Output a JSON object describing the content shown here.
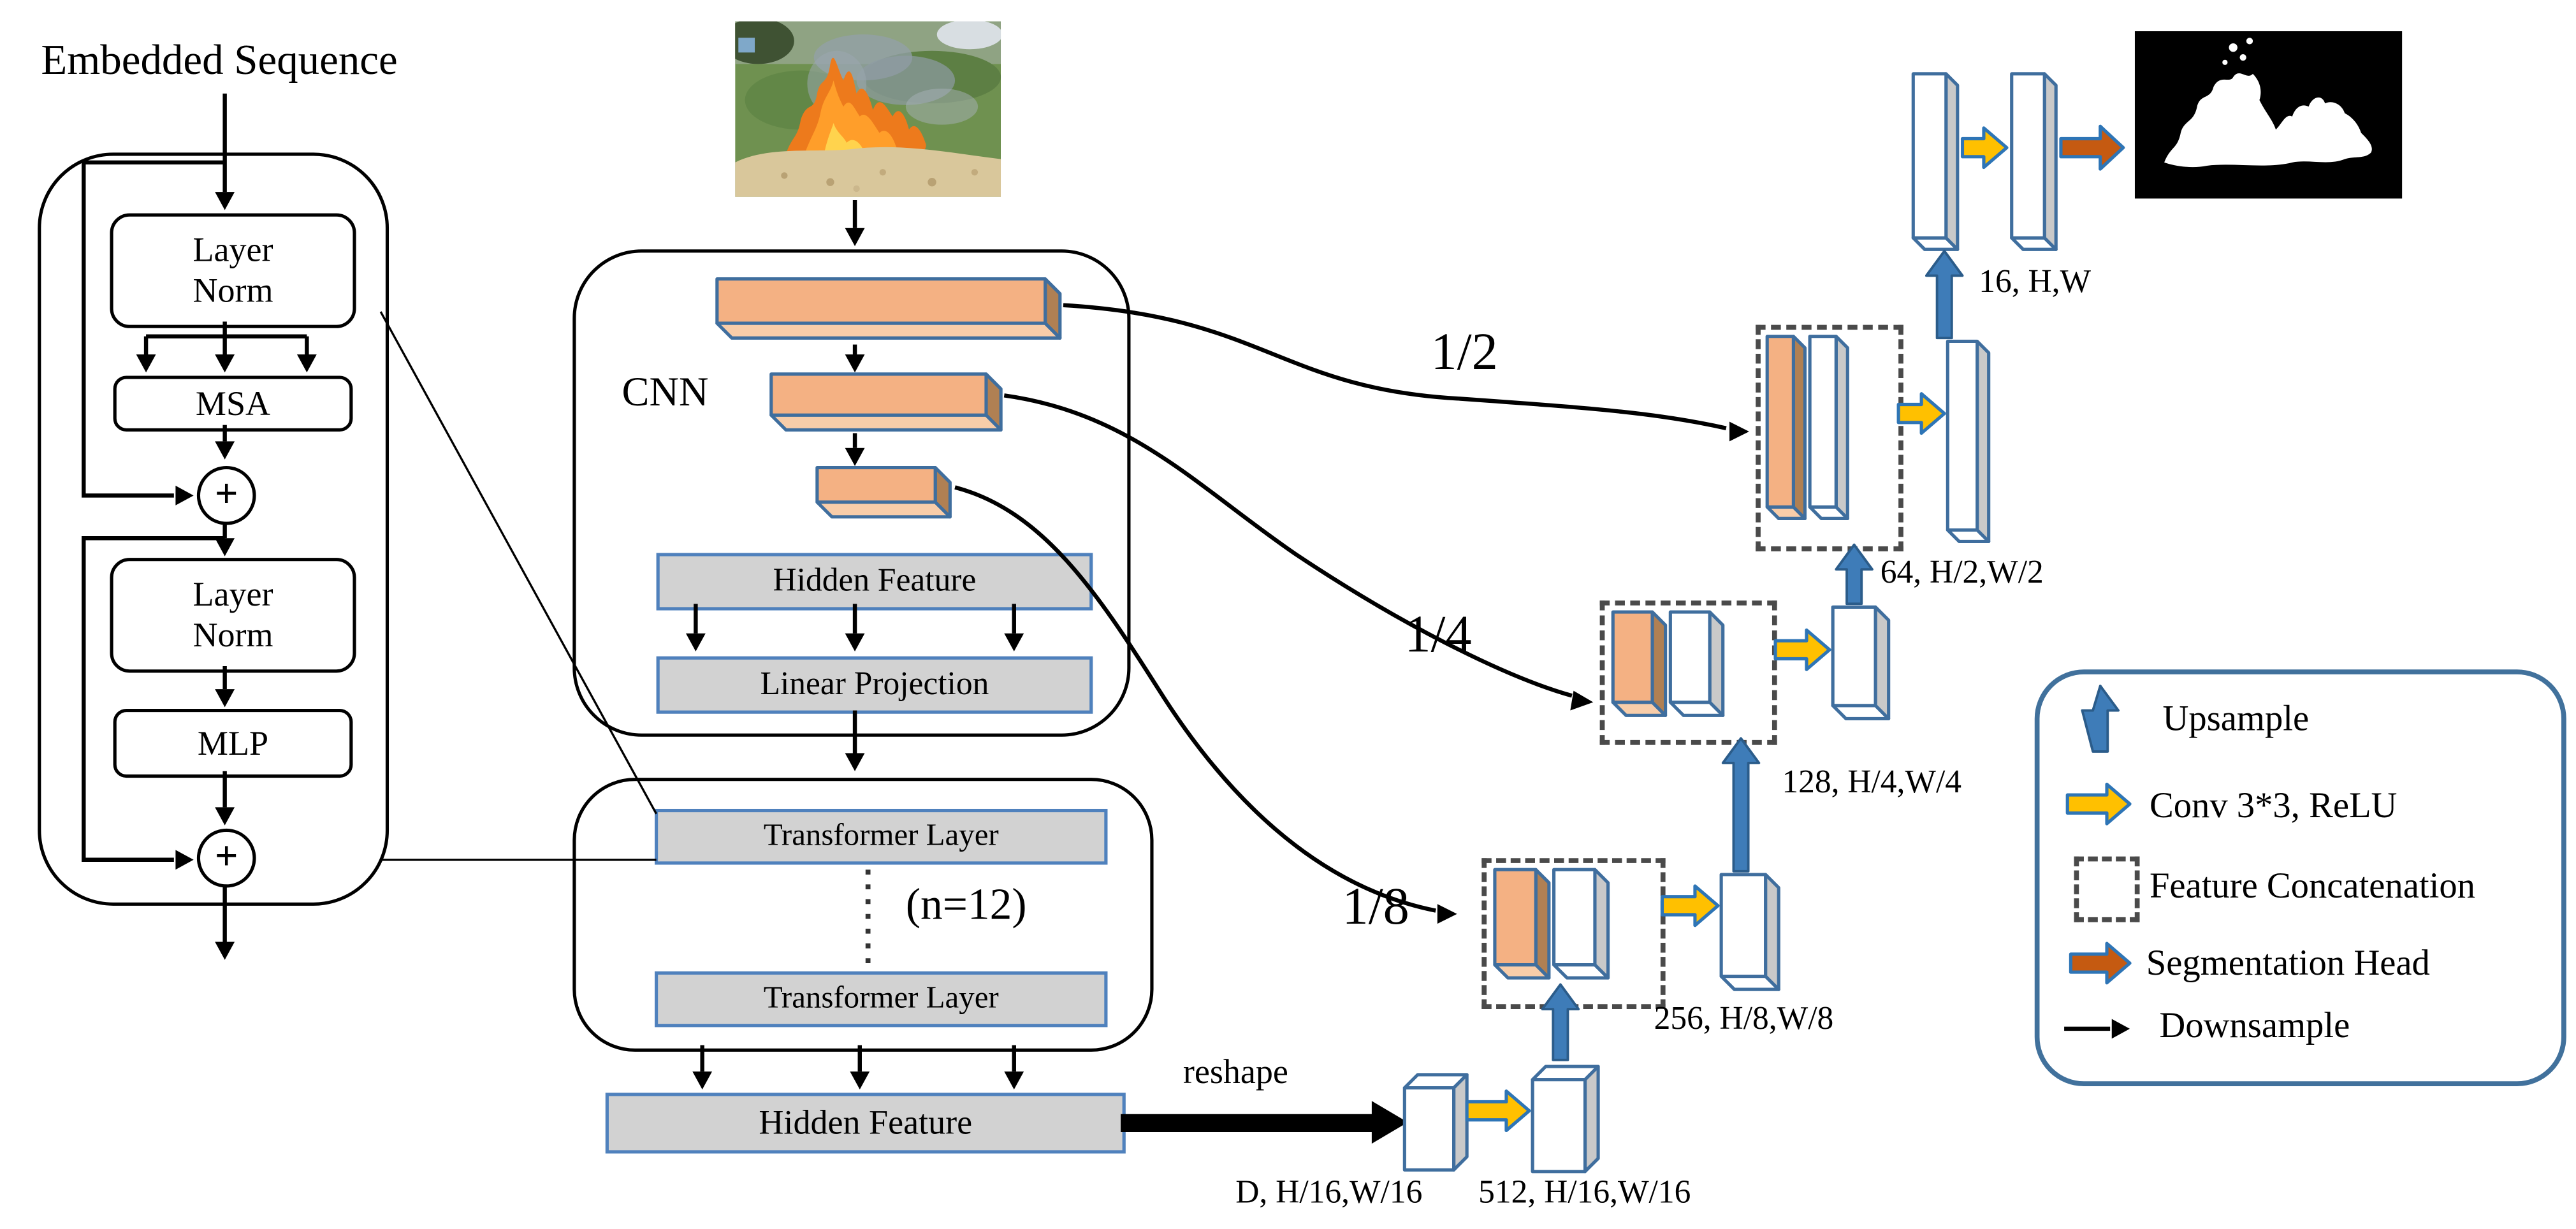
{
  "figure": {
    "left_title": "Embedded Sequence"
  },
  "transformer_detail": {
    "layer_norm_top": "Layer Norm",
    "msa": "MSA",
    "add": "+",
    "layer_norm_bottom": "Layer Norm",
    "mlp": "MLP"
  },
  "encoder": {
    "cnn": "CNN",
    "hidden_feature": "Hidden Feature",
    "linear_projection": "Linear Projection"
  },
  "transformer_stack": {
    "layer_top": "Transformer Layer",
    "count": "(n=12)",
    "layer_bottom": "Transformer Layer",
    "hidden_feature": "Hidden Feature",
    "reshape": "reshape"
  },
  "skip_labels": {
    "half": "1/2",
    "quarter": "1/4",
    "eighth": "1/8"
  },
  "dim_labels": {
    "d_h16": "D, H/16,W/16",
    "c512_h16": "512, H/16,W/16",
    "c256_h8": "256, H/8,W/8",
    "c128_h4": "128, H/4,W/4",
    "c64_h2": "64, H/2,W/2",
    "c16_h": "16, H,W"
  },
  "legend": {
    "items": [
      {
        "icon": "upsample-arrow-icon",
        "label": "Upsample",
        "color": "#3e7cb8"
      },
      {
        "icon": "conv-arrow-icon",
        "label": "Conv 3*3, ReLU",
        "color": "#ffc000"
      },
      {
        "icon": "concat-box-icon",
        "label": "Feature Concatenation",
        "color": "#4a4a4a"
      },
      {
        "icon": "segmentation-arrow-icon",
        "label": "Segmentation Head",
        "color": "#c55a11"
      },
      {
        "icon": "downsample-arrow-icon",
        "label": "Downsample",
        "color": "#000000"
      }
    ]
  },
  "colors": {
    "feature_orange": "#f4b183",
    "feature_orange_side": "#b08053",
    "feature_orange_bottom": "#f8cda9",
    "box_border_blue": "#3f6e9e",
    "gray_box_fill": "#d2d2d2",
    "gray_box_border": "#4f81bd",
    "upsample_blue": "#3e7cb8",
    "conv_yellow": "#ffc000",
    "seg_head_orange": "#c55a11",
    "legend_border": "#41719c"
  }
}
